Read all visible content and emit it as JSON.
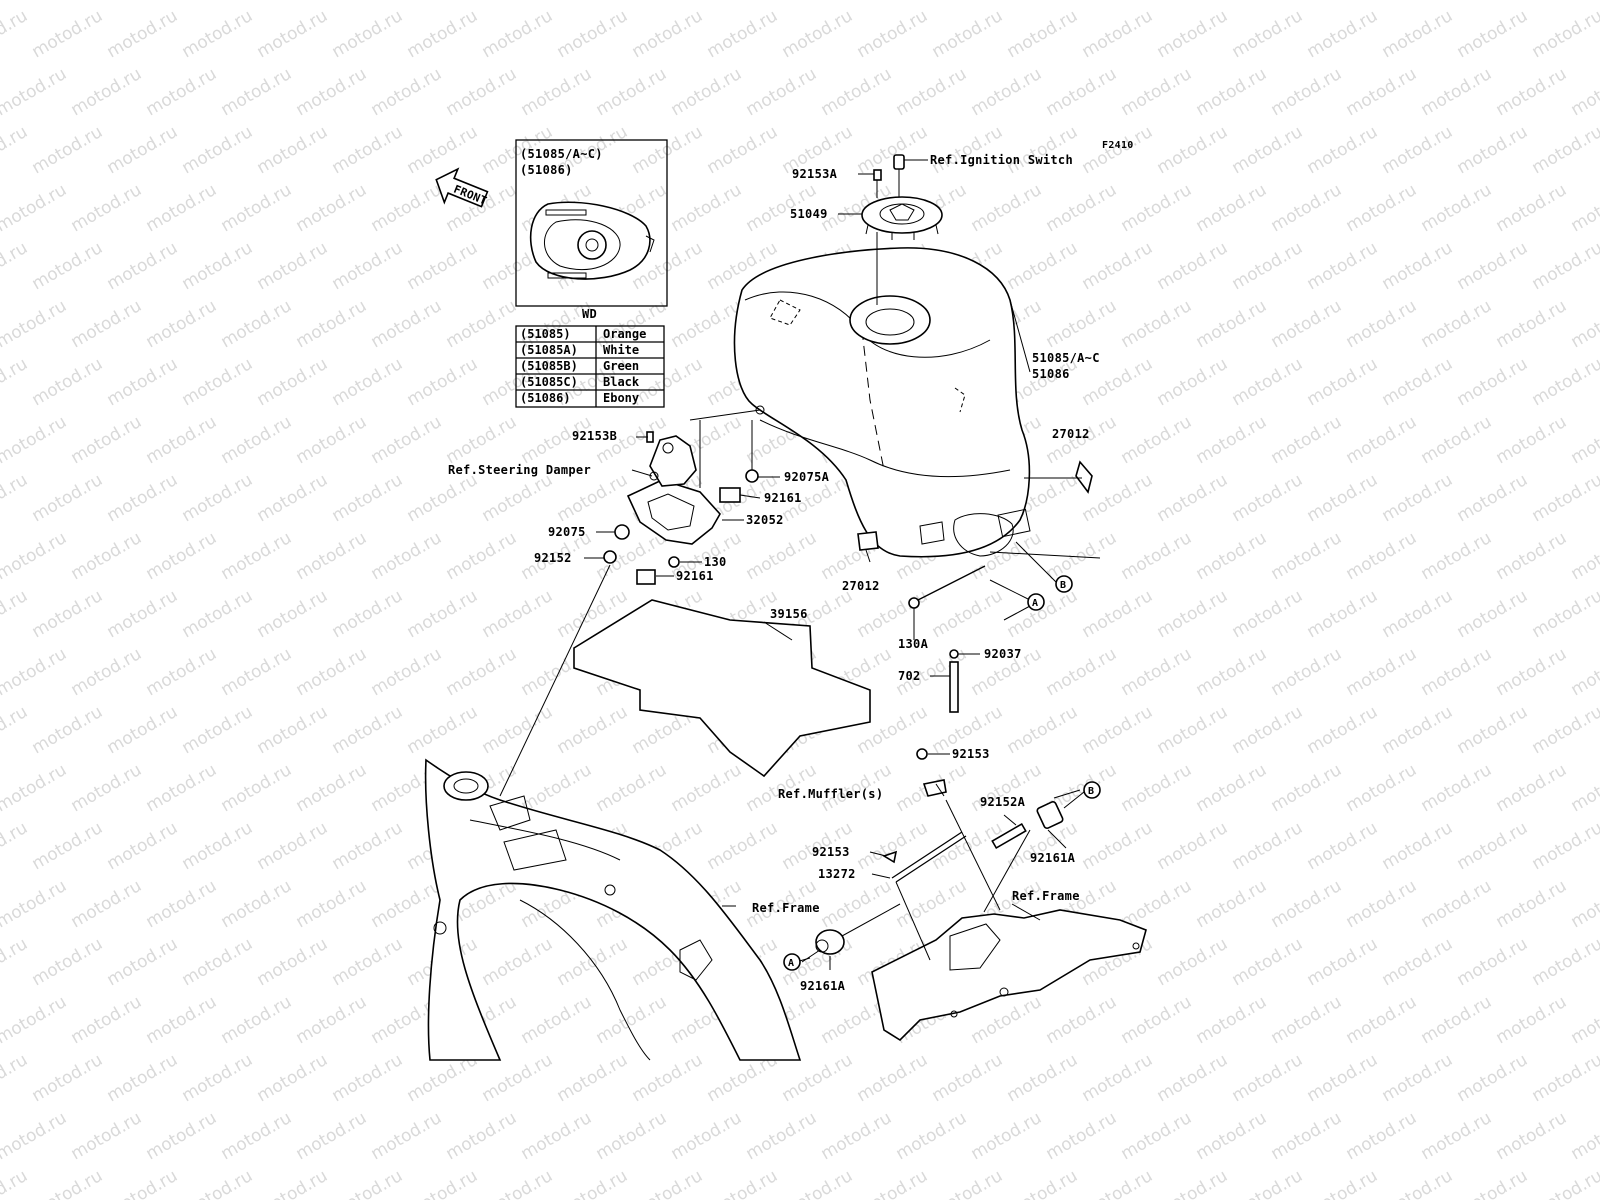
{
  "figure_code": "F2410",
  "watermark_text": "motod.ru",
  "front_label": "FRONT",
  "inset": {
    "lines": [
      "(51085/A~C)",
      "(51086)"
    ],
    "caption": "WD"
  },
  "color_table": {
    "rows": [
      {
        "part": "(51085)",
        "color": "Orange"
      },
      {
        "part": "(51085A)",
        "color": "White"
      },
      {
        "part": "(51085B)",
        "color": "Green"
      },
      {
        "part": "(51085C)",
        "color": "Black"
      },
      {
        "part": "(51086)",
        "color": "Ebony"
      }
    ]
  },
  "labels": {
    "p92153A": "92153A",
    "ref_ignition": "Ref.Ignition Switch",
    "p51049": "51049",
    "p51085ac": "51085/A~C",
    "p51086": "51086",
    "p27012_top": "27012",
    "p92153B": "92153B",
    "ref_steering": "Ref.Steering Damper",
    "p92075A": "92075A",
    "p92161_a": "92161",
    "p32052": "32052",
    "p92075": "92075",
    "p92152": "92152",
    "p130": "130",
    "p92161_b": "92161",
    "p27012_bot": "27012",
    "p39156": "39156",
    "p130A": "130A",
    "p92037": "92037",
    "p702": "702",
    "p92153_a": "92153",
    "ref_muffler": "Ref.Muffler(s)",
    "p92152A": "92152A",
    "p92161A_top": "92161A",
    "p92153_b": "92153",
    "p13272": "13272",
    "ref_frame_right": "Ref.Frame",
    "ref_frame_left": "Ref.Frame",
    "p92161A_bot": "92161A"
  },
  "callouts": {
    "a1": "A",
    "b1": "B",
    "a2": "A",
    "b2": "B"
  }
}
